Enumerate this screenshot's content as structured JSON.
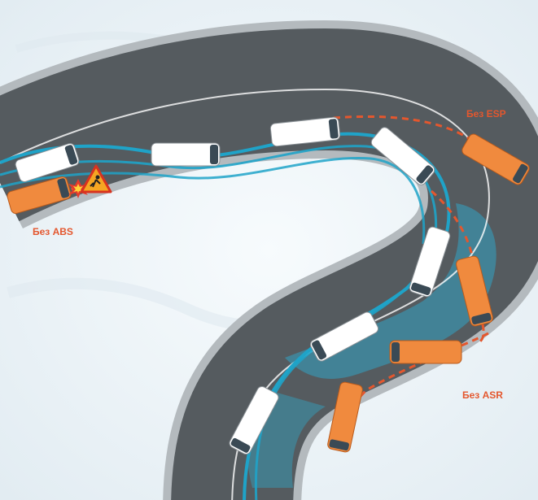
{
  "labels": {
    "no_esp": "Без ESP",
    "no_abs": "Без ABS",
    "no_asr": "Без ASR"
  },
  "colors": {
    "snow": "#eef4f8",
    "road": "#545a5e",
    "road_edge": "#9aa0a4",
    "ice": "#4f8fa3",
    "trajectory_correct": "#1fa3c8",
    "trajectory_fail": "#e4572e",
    "van_white": "#ffffff",
    "van_orange": "#f08a3e",
    "label": "#e4572e",
    "warning_sign": "#f5a623"
  },
  "icons": {
    "warning": "road-works-warning-sign",
    "crash": "collision-burst"
  }
}
